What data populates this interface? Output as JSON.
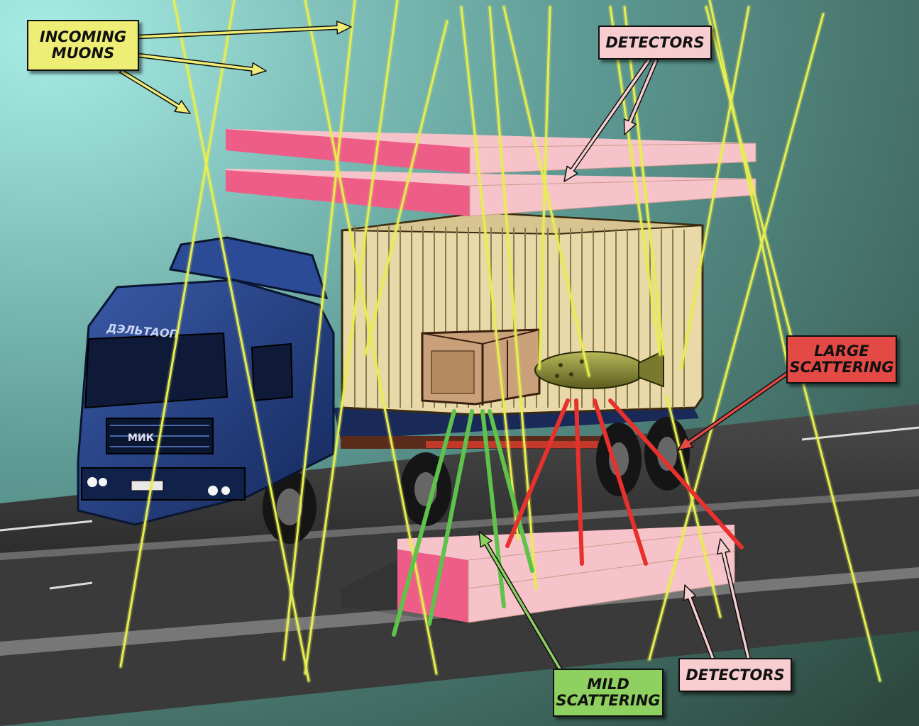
{
  "labels": {
    "incoming_muons": [
      "INCOMING",
      "MUONS"
    ],
    "detectors_top": "DETECTORS",
    "large_scattering": [
      "LARGE",
      "SCATTERING"
    ],
    "mild_scattering": [
      "MILD",
      "SCATTERING"
    ],
    "detectors_bottom": "DETECTORS"
  },
  "truck": {
    "brand_text": "МИК",
    "cab_script": "ДЭЛЬТАОП"
  },
  "colors": {
    "muon_track": "#e6ee50",
    "mild_track": "#5fc24a",
    "large_track": "#e8312c",
    "detector_top_face": "#f7c3cb",
    "detector_front_face": "#ee5d88",
    "muons_callout": "#eeee77",
    "large_callout": "#e34a45",
    "mild_callout": "#8fd160",
    "detector_callout": "#f8cdd0",
    "truck_cab": "#1f3a7a",
    "container": "#e9d8a8"
  }
}
